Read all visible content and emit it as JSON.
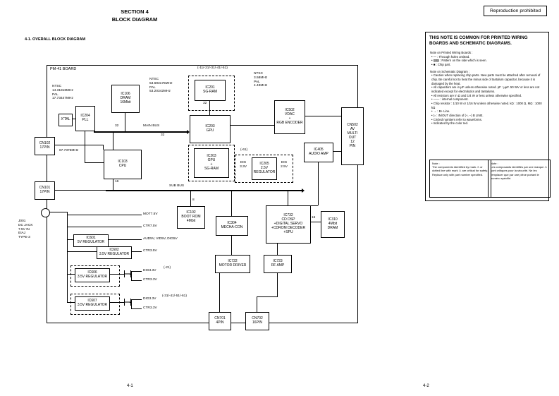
{
  "header": {
    "section_line1": "SECTION 4",
    "section_line2": "BLOCK DIAGRAM",
    "subsection": "4-1. OVERALL BLOCK DIAGRAM",
    "reproduction": "Reproduction prohibited"
  },
  "footer": {
    "page_left": "4-1",
    "page_right": "4-2"
  },
  "board": {
    "label": "PM-41 BOARD"
  },
  "blocks": {
    "xtal": "X'TAL",
    "ic204": "IC204\nPLL",
    "ic106": "IC106\nDRAM\n16Mbit",
    "ic201": "IC201\nSG-RAM",
    "ic203_gpu": "IC203\nGPU",
    "ic203_gpu_sgram": "IC203\nGPU\n+\nSG-RAM",
    "ic502": "IC502\nVDAC\n•\nRGB ENCODER",
    "cn502": "CN502\nAV\nMULTI\nOUT\n12\nPIN",
    "ic405": "IC405\nAUDIO AMP",
    "ic103": "IC103\nCPU",
    "cn102": "CN102\n17PIN",
    "cn101": "CN101\n17PIN",
    "ic205": "IC205\n2.5V\nREGULATOR",
    "ic102": "IC102\nBOOT ROM\n4Mbit",
    "ic304": "IC304\nMECHA-CON",
    "ic732": "IC732\nCD DSP\n+DIGITAL SERVO\n+CDROM DECODER\n+SPU",
    "ic310": "IC310\n4Mbit\nDRAM",
    "ic601": "IC601\n5V REGULATOR",
    "ic602": "IC602\n3.5V REGULATOR",
    "ic606": "IC606\n3.5V REGULATOR",
    "ic607": "IC607\n3.5V REGULATOR",
    "ic722": "IC722\nMOTOR DRIVER",
    "ic723": "IC723\nRF AMP",
    "cn701": "CN701\n4PIN",
    "cn702": "CN702\n16PIN"
  },
  "labels": {
    "freq_pll": "NTSC\n14.31818MHz\nPAL\n17.73447MHz",
    "freq_gpu": "NTSC\n53.693175MHz\nPAL\n53.20342MHz",
    "freq_enc": "NTSC\n3.58MHz\nPAL\n4.43MHz",
    "freq_cpu": "67.7376MHz",
    "main_bus": "MAIN BUS",
    "sub_bus": "SUB BUS",
    "bus32_a": "32",
    "bus32_b": "32",
    "bus32_c": "32",
    "bus16_a": "16",
    "bus16_b": "16",
    "bus8": "8",
    "dig33": "DIG\n3.3V",
    "dig25": "DIG\n2.5V",
    "variant_gpu": "(-11/-21/-31/-41/-51)",
    "variant_61": "(-61)",
    "variant_21": "(-21)",
    "variant_31": "(-31/-41/-51/-61)",
    "j001": "J001\nDC JACK\n7.5V IN\nEIAJ\nTYPE-3",
    "mot75": "MOT7.5V",
    "ctr75": "CTR7.5V",
    "rails5v": "AUD5V, VID5V, DIG5V",
    "ctr35": "CTR3.5V",
    "dig33_a": "DIG3.3V",
    "ctr33_a": "CTR3.3V",
    "dig33_b": "DIG3.3V",
    "ctr33_b": "CTR3.3V"
  },
  "note_panel": {
    "title": "THIS NOTE IS COMMON FOR PRINTED WIRING BOARDS AND SCHEMATIC DIAGRAMS.",
    "pwb_heading": "Note on Printed Wiring Boards :",
    "pwb_items": [
      "• ― : Through holes omitted.",
      "• ▨▨ : Pattern on the side which is seen.",
      "• ■ : Chip part."
    ],
    "sch_heading": "Note on Schematic Diagram :",
    "sch_items": [
      "• Caution when replacing chip parts. New parts must be attached after removal of chip. Be careful not to heat the minus side of tantalum capacitor, because it is damaged by the heat.",
      "• All capacitors are in µF unless otherwise noted. pF : µµF. 50 WV or less are not indicated except for electrolytics and tantalums.",
      "• All resistors are in Ω and 1/4 W or less unless otherwise specified.",
      "• ―― : internal component.",
      "• Chip resistor : 1/10 W or 1/16 W unless otherwise noted. kΩ : 1000 Ω, MΩ : 1000 kΩ",
      "• → : B+ Line.",
      "• ▷ : IN/OUT direction of (+, –) B LINE.",
      "• Circled numbers refer to waveforms.",
      "• Indicated by the color red."
    ],
    "note_en_title": "Note :",
    "note_en_body": "The components identified by mark ⚠ or dotted line with mark ⚠ are critical for safety. Replace only with part number specified.",
    "note_fr_title": "Note :",
    "note_fr_body": "Les composants identifiés par une marque ⚠ sont critiques pour la sécurité. Ne les remplacer que par une pièce portant le numéro spécifié."
  }
}
